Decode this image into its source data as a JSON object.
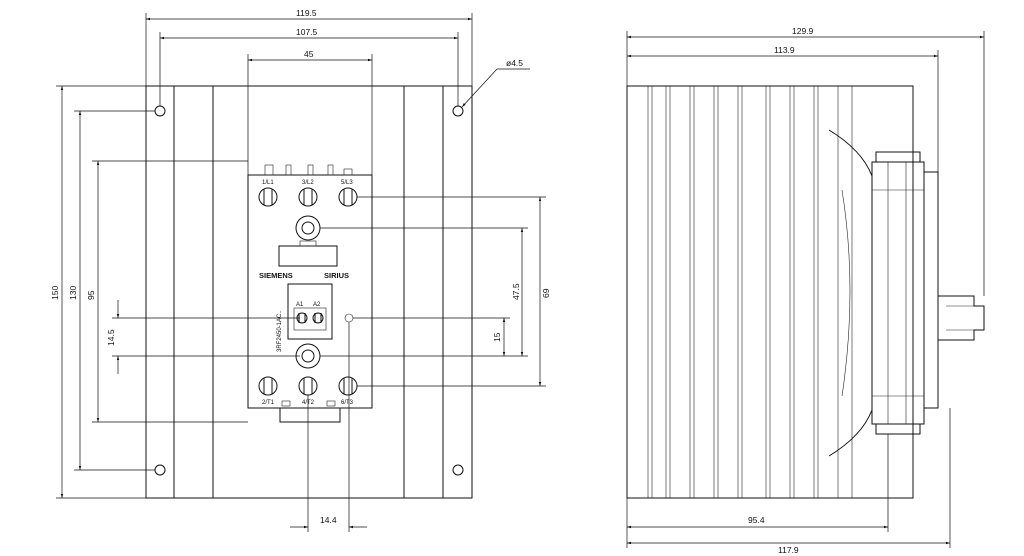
{
  "front_view": {
    "dims": {
      "width_overall": "119.5",
      "hole_spacing_h": "107.5",
      "module_width": "45",
      "hole_diameter": "ø4.5",
      "height_overall": "150",
      "hole_spacing_v": "130",
      "module_height": "95",
      "ctrl_offset_v": "14.5",
      "terminal_pitch_v": "69",
      "screw_pitch_v": "47.5",
      "ctrl_to_screw": "15",
      "bottom_offset_h": "14.4"
    },
    "labels": {
      "brand": "SIEMENS",
      "series": "SIRIUS",
      "model": "3RF2450-1AC..",
      "t_1l1": "1/L1",
      "t_3l2": "3/L2",
      "t_5l3": "5/L3",
      "t_2t1": "2/T1",
      "t_4t2": "4/T2",
      "t_6t3": "6/T3",
      "a1": "A1",
      "a2": "A2"
    }
  },
  "side_view": {
    "dims": {
      "depth_overall": "129.9",
      "depth_heatsink": "113.9",
      "depth_base": "95.4",
      "depth_total": "117.9"
    }
  }
}
